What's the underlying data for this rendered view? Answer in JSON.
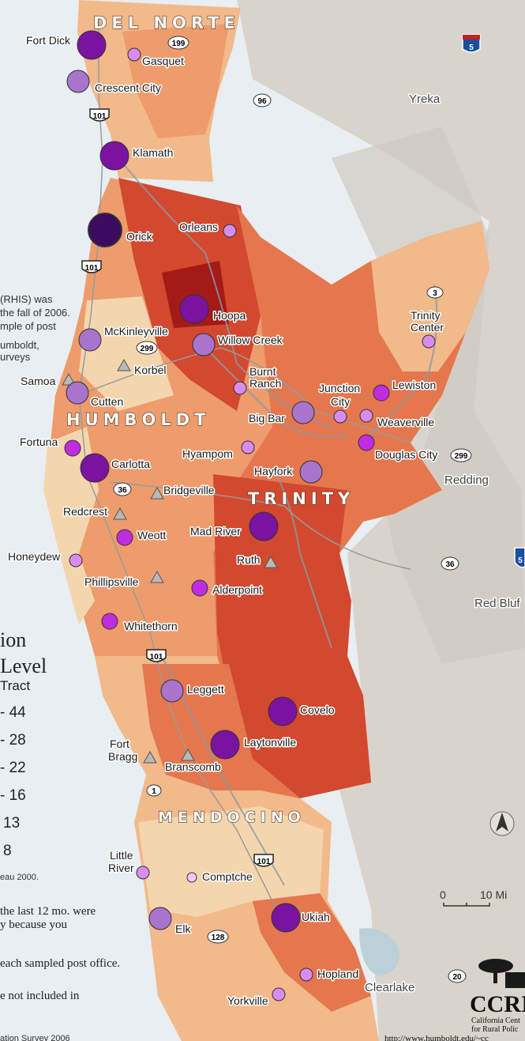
{
  "counties": {
    "del_norte": "DEL NORTE",
    "humboldt": "HUMBOLDT",
    "trinity": "TRINITY",
    "mendocino": "MENDOCINO"
  },
  "places": {
    "fort_dick": "Fort Dick",
    "gasquet": "Gasquet",
    "crescent_city": "Crescent City",
    "klamath": "Klamath",
    "orick": "Orick",
    "orleans": "Orleans",
    "hoopa": "Hoopa",
    "mckinleyville": "McKinleyville",
    "willow_creek": "Willow Creek",
    "korbel": "Korbel",
    "samoa": "Samoa",
    "cutten": "Cutten",
    "burnt_ranch_1": "Burnt",
    "burnt_ranch_2": "Ranch",
    "junction_city_1": "Junction",
    "junction_city_2": "City",
    "lewiston": "Lewiston",
    "big_bar": "Big Bar",
    "weaverville": "Weaverville",
    "trinity_center_1": "Trinity",
    "trinity_center_2": "Center",
    "fortuna": "Fortuna",
    "carlotta": "Carlotta",
    "hyampom": "Hyampom",
    "hayfork": "Hayfork",
    "douglas_city": "Douglas City",
    "bridgeville": "Bridgeville",
    "redcrest": "Redcrest",
    "mad_river": "Mad River",
    "weott": "Weott",
    "honeydew": "Honeydew",
    "ruth": "Ruth",
    "phillipsville": "Phillipsville",
    "alderpoint": "Alderpoint",
    "whitethorn": "Whitethorn",
    "leggett": "Leggett",
    "covelo": "Covelo",
    "laytonville": "Laytonville",
    "fort_bragg_1": "Fort",
    "fort_bragg_2": "Bragg",
    "branscomb": "Branscomb",
    "little_river_1": "Little",
    "little_river_2": "River",
    "comptche": "Comptche",
    "elk": "Elk",
    "ukiah": "Ukiah",
    "hopland": "Hopland",
    "yorkville": "Yorkville",
    "yreka": "Yreka",
    "redding": "Redding",
    "red_bluff": "Red Bluf",
    "clearlake": "Clearlake"
  },
  "highways": {
    "i5": "5",
    "us101_a": "101",
    "us101_b": "101",
    "us101_c": "101",
    "us101_d": "101",
    "sr199": "199",
    "sr96": "96",
    "sr299_a": "299",
    "sr299_b": "299",
    "sr3": "3",
    "sr36_a": "36",
    "sr36_b": "36",
    "sr1": "1",
    "sr128": "128",
    "sr20": "20",
    "i5_b": "5"
  },
  "side_text": {
    "l1": "(RHIS) was",
    "l2": "the fall of 2006.",
    "l3": "mple of post",
    "l4": "umboldt,",
    "l5": "urveys"
  },
  "legend": {
    "title1": "ion",
    "title2": "Level",
    "subtitle": "Tract",
    "classes": [
      "- 44",
      "- 28",
      "- 22",
      "- 16",
      "13",
      "8"
    ],
    "source": "eau 2000."
  },
  "notes": {
    "n1": "the last 12 mo. were",
    "n2": "y because you",
    "n3": "each sampled post office.",
    "n4": "e not included in",
    "n5": "ation Survey 2006"
  },
  "scale": {
    "zero": "0",
    "ten": "10 Mi"
  },
  "logo": {
    "text": "CCRI",
    "line1": "California Cent",
    "line2": "for Rural Polic"
  },
  "url": "http://www.humboldt.edu/~cc",
  "colors": {
    "land": "#ddd9d2",
    "ocean": "#e8eef1",
    "poverty_1": "#f4d6ae",
    "poverty_2": "#f2b98a",
    "poverty_3": "#ee9c6c",
    "poverty_4": "#e5774e",
    "poverty_5": "#d2492f",
    "poverty_6": "#a31a16",
    "symbol_large": "#6c0a8c",
    "symbol_mid": "#a874cc",
    "symbol_small": "#d95cf0"
  }
}
